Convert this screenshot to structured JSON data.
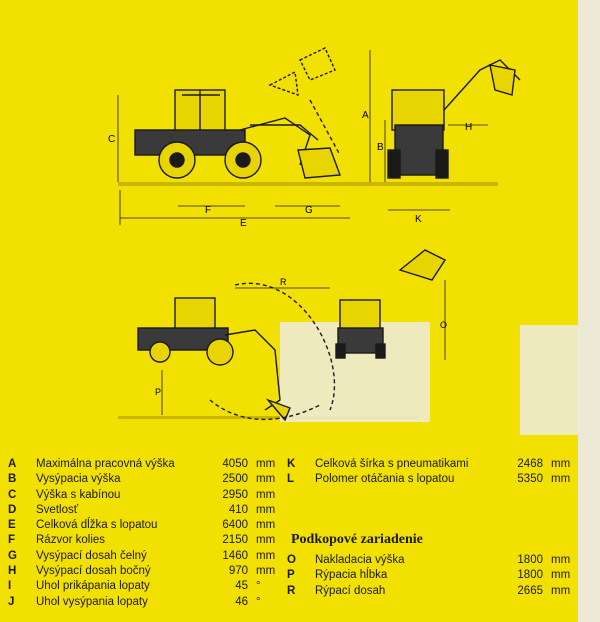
{
  "diagram_labels": {
    "top": {
      "A": "A",
      "B": "B",
      "C": "C",
      "E": "E",
      "F": "F",
      "G": "G",
      "H": "H",
      "K": "K"
    },
    "mid": {
      "R": "R",
      "O": "O",
      "P": "P"
    }
  },
  "specs_left": [
    {
      "letter": "A",
      "name": "Maximálna pracovná výška",
      "value": "4050",
      "unit": "mm"
    },
    {
      "letter": "B",
      "name": "Vysýpacia výška",
      "value": "2500",
      "unit": "mm"
    },
    {
      "letter": "C",
      "name": "Výška s kabínou",
      "value": "2950",
      "unit": "mm"
    },
    {
      "letter": "D",
      "name": "Svetlosť",
      "value": "410",
      "unit": "mm"
    },
    {
      "letter": "E",
      "name": "Celková dĺžka s lopatou",
      "value": "6400",
      "unit": "mm"
    },
    {
      "letter": "F",
      "name": "Rázvor kolies",
      "value": "2150",
      "unit": "mm"
    },
    {
      "letter": "G",
      "name": "Vysýpací dosah čelný",
      "value": "1460",
      "unit": "mm"
    },
    {
      "letter": "H",
      "name": "Vysýpací dosah bočný",
      "value": "970",
      "unit": "mm"
    },
    {
      "letter": "I",
      "name": "Uhol prikápania lopaty",
      "value": "45",
      "unit": "°"
    },
    {
      "letter": "J",
      "name": "Uhol vysýpania lopaty",
      "value": "46",
      "unit": "°"
    }
  ],
  "specs_right": [
    {
      "letter": "K",
      "name": "Celková šírka s pneumatikami",
      "value": "2468",
      "unit": "mm"
    },
    {
      "letter": "L",
      "name": "Polomer otáčania s lopatou",
      "value": "5350",
      "unit": "mm"
    }
  ],
  "sub_heading": "Podkopové zariadenie",
  "specs_sub": [
    {
      "letter": "O",
      "name": "Nakladacia výška",
      "value": "1800",
      "unit": "mm"
    },
    {
      "letter": "P",
      "name": "Rýpacia hĺbka",
      "value": "1800",
      "unit": "mm"
    },
    {
      "letter": "R",
      "name": "Rýpací dosah",
      "value": "2665",
      "unit": "mm"
    }
  ]
}
